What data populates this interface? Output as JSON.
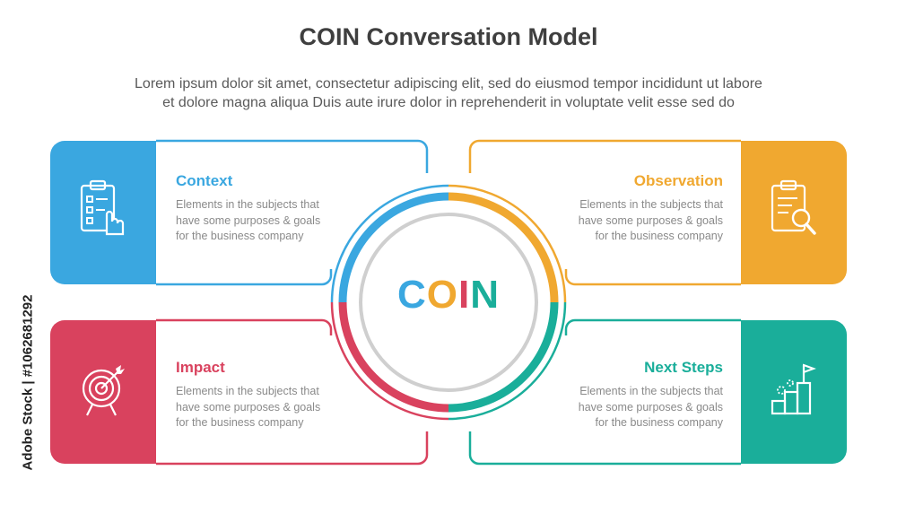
{
  "title": "COIN Conversation Model",
  "subtitle_lines": [
    "Lorem ipsum dolor sit amet, consectetur adipiscing elit, sed do eiusmod tempor incididunt ut labore",
    "et dolore magna aliqua Duis aute irure dolor in reprehenderit in voluptate velit esse sed do"
  ],
  "center": {
    "letters": [
      {
        "char": "C",
        "color": "#3aa7e0"
      },
      {
        "char": "O",
        "color": "#f0a830"
      },
      {
        "char": "I",
        "color": "#d9425e"
      },
      {
        "char": "N",
        "color": "#1aae9a"
      }
    ],
    "ring_colors": {
      "top_left": "#3aa7e0",
      "top_right": "#f0a830",
      "bottom_left": "#d9425e",
      "bottom_right": "#1aae9a",
      "inner": "#cfcfcf"
    }
  },
  "items": [
    {
      "heading": "Context",
      "color": "#3aa7e0",
      "icon": "clipboard-hand-icon",
      "desc_lines": [
        "Elements in the subjects that",
        "have  some purposes & goals",
        "for the  business company"
      ]
    },
    {
      "heading": "Observation",
      "color": "#f0a830",
      "icon": "clipboard-magnifier-icon",
      "desc_lines": [
        "Elements in the subjects that",
        "have  some purposes & goals",
        "for the  business company"
      ]
    },
    {
      "heading": "Impact",
      "color": "#d9425e",
      "icon": "target-arrow-icon",
      "desc_lines": [
        "Elements in the subjects that",
        "have  some purposes & goals",
        "for the  business company"
      ]
    },
    {
      "heading": "Next Steps",
      "color": "#1aae9a",
      "icon": "podium-flag-icon",
      "desc_lines": [
        "Elements in the subjects that",
        "have  some purposes & goals",
        "for the  business company"
      ]
    }
  ],
  "watermark": "Adobe Stock | #1062681292"
}
